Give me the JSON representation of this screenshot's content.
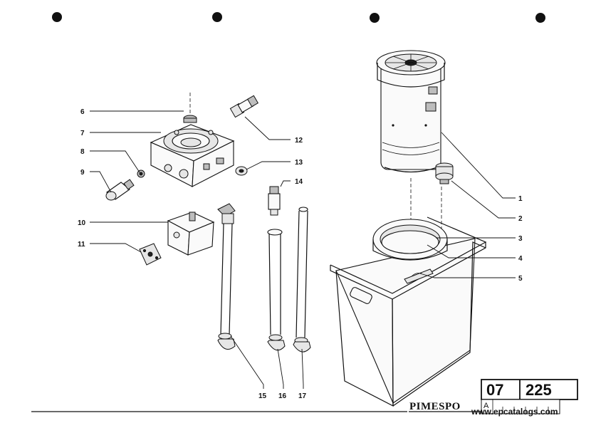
{
  "callouts": [
    {
      "num": "1"
    },
    {
      "num": "2"
    },
    {
      "num": "3"
    },
    {
      "num": "4"
    },
    {
      "num": "5"
    },
    {
      "num": "6"
    },
    {
      "num": "7"
    },
    {
      "num": "8"
    },
    {
      "num": "9"
    },
    {
      "num": "10"
    },
    {
      "num": "11"
    },
    {
      "num": "12"
    },
    {
      "num": "13"
    },
    {
      "num": "14"
    },
    {
      "num": "15"
    },
    {
      "num": "16"
    },
    {
      "num": "17"
    }
  ],
  "title_block": {
    "brand": "PIMESPO",
    "table_code_left": "07",
    "table_code_right": "225",
    "revision": "A",
    "watermark": "www.epcatalogs.com"
  }
}
